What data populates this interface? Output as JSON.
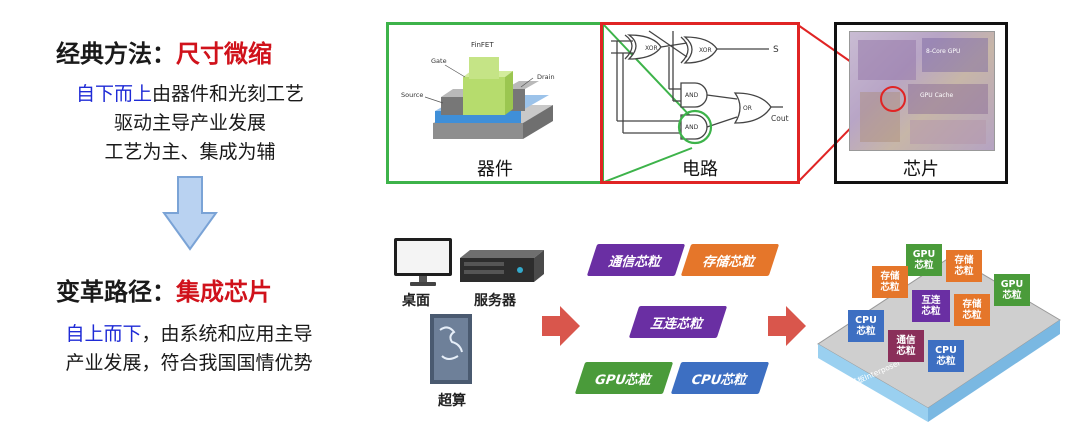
{
  "left": {
    "classic_title_prefix": "经典方法：",
    "classic_title_highlight": "尺寸微缩",
    "classic_line1_highlight": "自下而上",
    "classic_line1_rest": "由器件和光刻工艺",
    "classic_line2": "驱动主导产业发展",
    "classic_line3": "工艺为主、集成为辅",
    "reform_title_prefix": "变革路径：",
    "reform_title_highlight": "集成芯片",
    "reform_line1_highlight": "自上而下",
    "reform_line1_rest": "，由系统和应用主导",
    "reform_line2": "产业发展，符合我国国情优势"
  },
  "top_panels": {
    "device": {
      "caption": "器件",
      "fin_title": "FinFET",
      "gate": "Gate",
      "drain": "Drain",
      "source": "Source"
    },
    "circuit": {
      "caption": "电路",
      "gate_xor1": "XOR",
      "gate_xor2": "XOR",
      "gate_and1": "AND",
      "gate_and2": "AND",
      "gate_or": "OR",
      "out_s": "S",
      "out_cout": "Cout"
    },
    "chip": {
      "caption": "芯片",
      "label_a": "8-Core GPU",
      "label_b": "GPU Cache"
    }
  },
  "bottom": {
    "systems": {
      "desktop": "桌面",
      "server": "服务器",
      "supercomputer": "超算"
    },
    "chiplets": {
      "comm": "通信芯粒",
      "storage": "存储芯粒",
      "interconnect": "互连芯粒",
      "gpu": "GPU芯粒",
      "cpu": "CPU芯粒"
    },
    "package": {
      "gpu1": "GPU\n芯粒",
      "storage1": "存储\n芯粒",
      "storage2": "存储\n芯粒",
      "interconnect": "互连\n芯粒",
      "storage3": "存储\n芯粒",
      "gpu2": "GPU\n芯粒",
      "cpu1": "CPU\n芯粒",
      "comm": "通信\n芯粒",
      "cpu2": "CPU\n芯粒",
      "interposer": "硅基板Interposer"
    }
  },
  "colors": {
    "red": "#d0121b",
    "blue": "#1f2bd6",
    "green_frame": "#3db34a",
    "red_frame": "#e02424",
    "black_frame": "#111111",
    "arrow_blue": "#a9c7ec",
    "arrow_red": "#d9564c",
    "comm_chip": "#6a2fa3",
    "storage_chip": "#e5762a",
    "interconnect_chip": "#6a2fa3",
    "gpu_chip": "#4a9b3a",
    "cpu_chip": "#3d6fc2"
  }
}
